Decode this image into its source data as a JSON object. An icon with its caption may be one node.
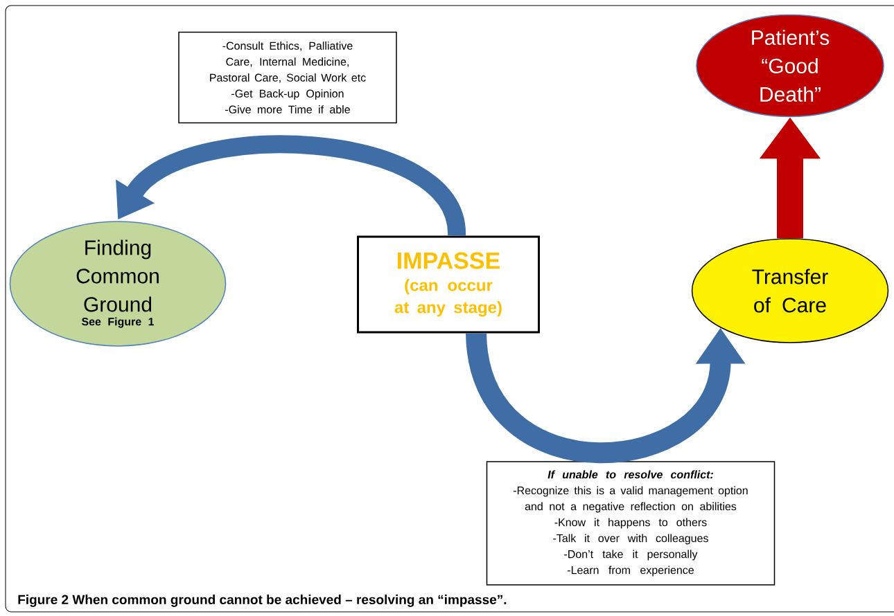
{
  "diagram": {
    "caption": "Figure 2 When common ground cannot be achieved – resolving an “impasse”.",
    "nodes": [
      {
        "text": [
          "Finding Common Ground",
          "See Figure 1"
        ]
      },
      {
        "text": [
          "IMPASSE",
          "(can occur at any stage)"
        ]
      },
      {
        "text": [
          "Transfer of Care"
        ]
      },
      {
        "text": [
          "Patient’s “Good Death”"
        ]
      },
      {
        "text": [
          "-Consult Ethics, Palliative Care, Internal Medicine, Pastoral Care, Social Work etc",
          "-Get Back-up Opinion",
          "-Give more Time if able"
        ]
      },
      {
        "text": [
          "If unable to resolve conflict:",
          "-Recognize this is a valid management option and not a negative reflection on abilities",
          "-Know it happens to others",
          "-Talk it over with colleagues",
          "-Don’t take it personally",
          "-Learn from experience"
        ]
      }
    ],
    "edges": [
      {
        "from": 1,
        "to": 0,
        "arrow": "to"
      },
      {
        "from": 1,
        "to": 2,
        "arrow": "to"
      },
      {
        "from": 2,
        "to": 3,
        "arrow": "to",
        "color": "#c00000"
      }
    ]
  }
}
